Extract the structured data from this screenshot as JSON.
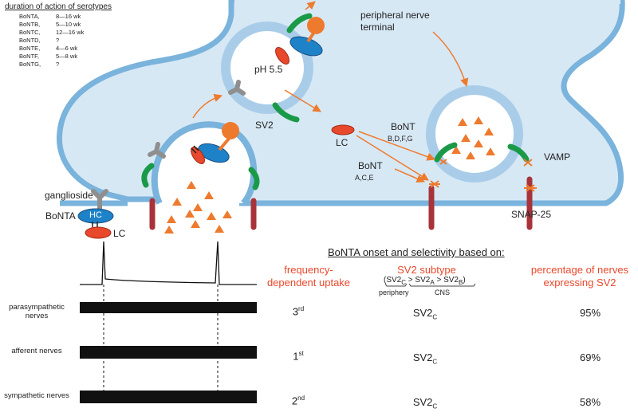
{
  "legend": {
    "title": "duration of action of serotypes",
    "rows": [
      {
        "serotype": "BoNTA,",
        "duration": "8—16 wk"
      },
      {
        "serotype": "BoNTB,",
        "duration": "5—10 wk"
      },
      {
        "serotype": "BoNTC,",
        "duration": "12—16 wk"
      },
      {
        "serotype": "BoNTD,",
        "duration": "?"
      },
      {
        "serotype": "BoNTE,",
        "duration": "4—6 wk"
      },
      {
        "serotype": "BoNTF,",
        "duration": "5—8 wk"
      },
      {
        "serotype": "BoNTG,",
        "duration": "?"
      }
    ]
  },
  "diagram": {
    "terminal_label": "peripheral nerve terminal",
    "sv2_label": "SV2",
    "ph_label": "pH 5.5",
    "lc_label": "LC",
    "bont_bdfg_title": "BoNT",
    "bont_bdfg_sub": "B,D,F,G",
    "bont_ace_title": "BoNT",
    "bont_ace_sub": "A,C,E",
    "vamp_label": "VAMP",
    "snap25_label": "SNAP-25",
    "ganglioside_label": "ganglioside",
    "bonta_label": "BoNTA",
    "hc_label": "HC",
    "lc_outside_label": "LC"
  },
  "colors": {
    "membrane": "#7ab3dc",
    "cytoplasm": "#d7e8f5",
    "toxin_blue": "#1e82c8",
    "toxin_orange": "#ee7a2e",
    "lc_red": "#e8482b",
    "vamp_green": "#1a9a48",
    "snap_red": "#a8333a",
    "ganglioside_grey": "#8f8f8f",
    "neurotransmitter": "#ee7a2e"
  },
  "table": {
    "title": "BoNTA onset and selectivity based on:",
    "col1_head": "frequency-dependent uptake",
    "col2_head": "SV2 subtype",
    "col3_head": "percentage of nerves expressing SV2",
    "hierarchy": {
      "open": "(SV2",
      "c": "C",
      "gt1": " > SV2",
      "a": "A",
      "gt2": " > SV2",
      "b": "B",
      "close": ")",
      "periphery": "periphery",
      "cns": "CNS"
    },
    "rows": [
      {
        "nerve": "parasympathetic nerves",
        "rank_num": "3",
        "rank_suffix": "rd",
        "sv2_base": "SV2",
        "sv2_sub": "C",
        "percent": "95%"
      },
      {
        "nerve": "afferent nerves",
        "rank_num": "1",
        "rank_suffix": "st",
        "sv2_base": "SV2",
        "sv2_sub": "C",
        "percent": "69%"
      },
      {
        "nerve": "sympathetic nerves",
        "rank_num": "2",
        "rank_suffix": "nd",
        "sv2_base": "SV2",
        "sv2_sub": "C",
        "percent": "58%"
      }
    ]
  }
}
